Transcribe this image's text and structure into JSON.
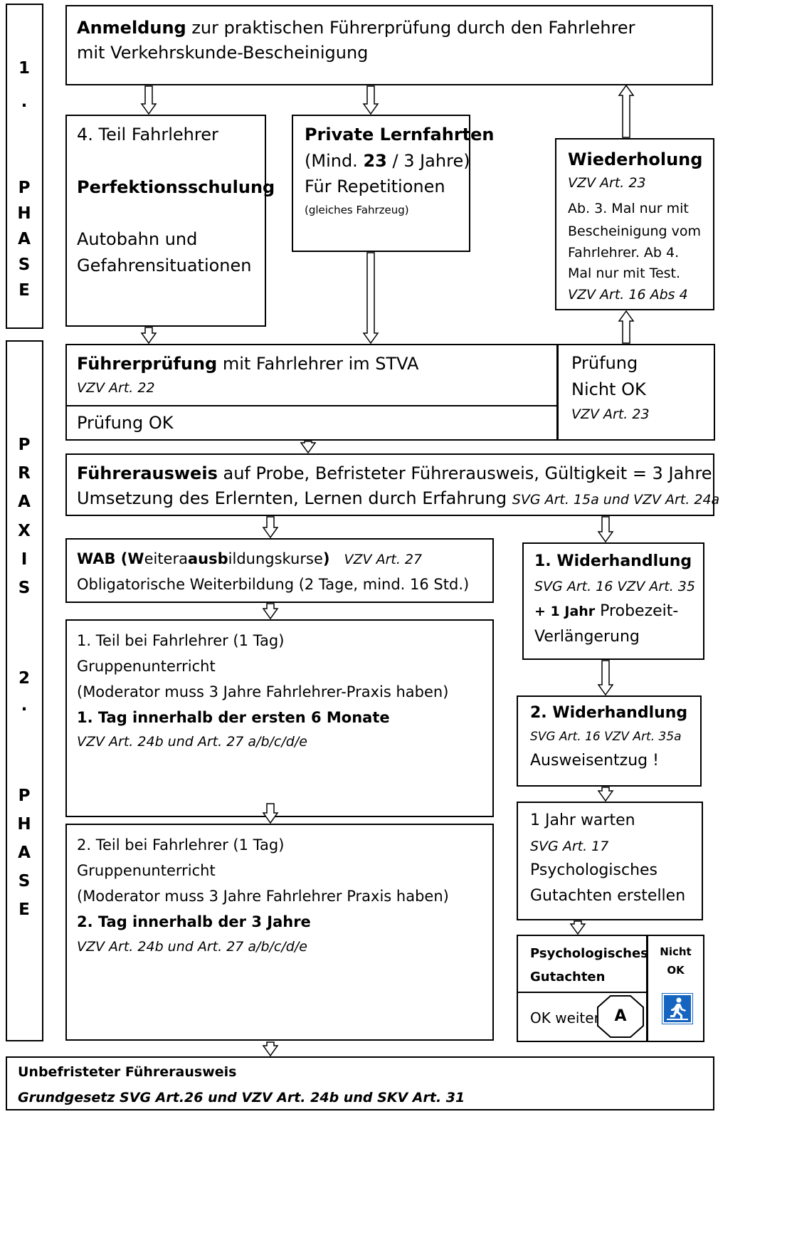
{
  "phase1_label": [
    "1",
    ".",
    "P",
    "H",
    "A",
    "S",
    "E"
  ],
  "phase2_label": [
    "P",
    "R",
    "A",
    "X",
    "I",
    "S",
    "2",
    ".",
    "P",
    "H",
    "A",
    "S",
    "E"
  ],
  "anmeldung": {
    "bold": "Anmeldung",
    "rest": " zur praktischen Führerprüfung durch den Fahrlehrer",
    "line2": "mit Verkehrskunde-Bescheinigung"
  },
  "teil4": {
    "line1": "4. Teil Fahrlehrer",
    "line2": "Perfektionsschulung",
    "line3": "Autobahn und",
    "line4": "Gefahrensituationen"
  },
  "lernfahrten": {
    "title": "Private Lernfahrten",
    "min_prefix": "(Mind. ",
    "min_bold": "23",
    "min_suffix": " / 3 Jahre)",
    "line3": "Für Repetitionen",
    "line4": "(gleiches Fahrzeug)"
  },
  "wiederholung": {
    "title": "Wiederholung",
    "ref1": "VZV Art. 23",
    "line1": "Ab. 3. Mal nur mit",
    "line2": "Bescheinigung vom",
    "line3": "Fahrlehrer. Ab 4.",
    "line4": "Mal nur mit Test.",
    "ref2": "VZV Art. 16 Abs 4"
  },
  "fuehrerpruefung": {
    "bold": "Führerprüfung",
    "rest": " mit Fahrlehrer im STVA",
    "ref": "VZV Art. 22",
    "ok": "Prüfung OK"
  },
  "nicht_ok": {
    "line1": "Prüfung",
    "line2": "Nicht OK",
    "ref": "VZV Art. 23"
  },
  "fuehrerausweis": {
    "bold": "Führerausweis",
    "rest": " auf Probe, Befristeter Führerausweis, Gültigkeit =  3 Jahre",
    "line2": "Umsetzung des Erlernten, Lernen durch Erfahrung ",
    "ref": "SVG Art. 15a und VZV Art. 24a"
  },
  "wab": {
    "p1": "WAB (W",
    "p2": "eitera",
    "p3": "aus",
    "p4": "b",
    "p5": "ildungskurse",
    "p6": ")",
    "ref": "VZV Art. 27",
    "line2": "Obligatorische Weiterbildung (2 Tage, mind. 16 Std.)"
  },
  "teil1": {
    "line1": "1. Teil bei Fahrlehrer (1 Tag)",
    "line2": "Gruppenunterricht",
    "line3": "(Moderator muss 3 Jahre Fahrlehrer-Praxis haben)",
    "line4": "1. Tag innerhalb der ersten 6 Monate",
    "ref": "VZV Art. 24b und Art. 27 a/b/c/d/e"
  },
  "teil2": {
    "line1": "2. Teil bei Fahrlehrer (1 Tag)",
    "line2": "Gruppenunterricht",
    "line3": "(Moderator muss 3 Jahre Fahrlehrer Praxis haben)",
    "line4": "2. Tag innerhalb der 3 Jahre",
    "ref": "VZV Art. 24b und Art. 27 a/b/c/d/e"
  },
  "widerhandlung1": {
    "title": "1. Widerhandlung",
    "ref": "SVG Art. 16 VZV Art. 35",
    "plus_bold": " + 1 Jahr",
    "plus_rest": " Probezeit-",
    "line4": "Verlängerung"
  },
  "widerhandlung2": {
    "title": "2. Widerhandlung",
    "ref": "SVG Art. 16 VZV Art. 35a",
    "line3": "Ausweisentzug !"
  },
  "warten": {
    "line1": "1 Jahr warten",
    "ref": "SVG Art. 17",
    "line3": "Psychologisches",
    "line4": "Gutachten erstellen"
  },
  "gutachten": {
    "line1": "Psychologisches",
    "line2": "Gutachten",
    "ok": "OK weiter",
    "octagon": "A",
    "nicht1": "Nicht",
    "nicht2": "OK"
  },
  "unbefristet": {
    "title": "Unbefristeter Führerausweis",
    "ref": "Grundgesetz SVG Art.26 und VZV Art. 24b und SKV Art. 31"
  },
  "icons": {
    "exit_sign": "emergency-exit-icon",
    "stop_octagon": "octagon-a-icon"
  }
}
